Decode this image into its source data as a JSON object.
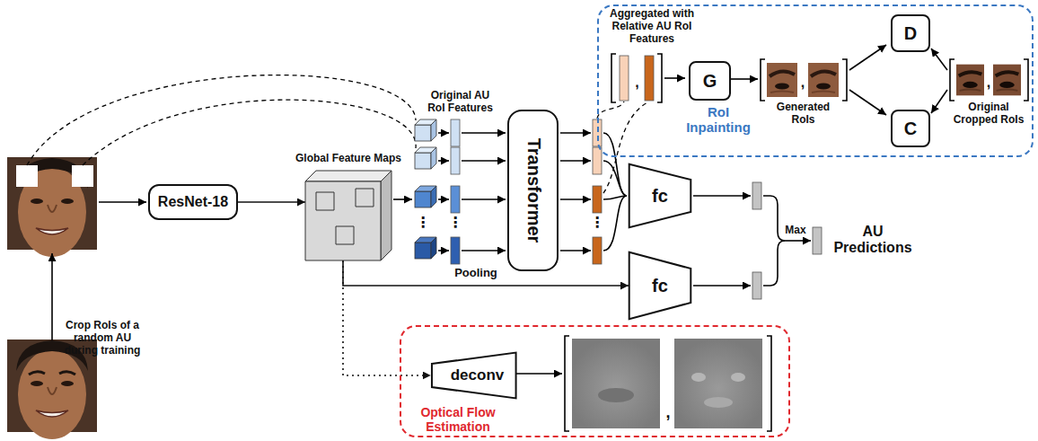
{
  "diagram": {
    "nodes": [
      {
        "text": [
          "ResNet-18"
        ]
      },
      {
        "text": [
          "Global Feature Maps"
        ]
      },
      {
        "text": [
          "Transformer"
        ]
      },
      {
        "text": [
          "RoI Inpainting"
        ]
      },
      {
        "text": [
          "G"
        ],
        "in": 3
      },
      {
        "text": [
          "D"
        ],
        "in": 3
      },
      {
        "text": [
          "C"
        ],
        "in": 3
      },
      {
        "text": [
          "fc"
        ]
      },
      {
        "text": [
          "fc"
        ]
      },
      {
        "text": [
          "Optical Flow Estimation"
        ]
      },
      {
        "text": [
          "deconv"
        ],
        "in": 9
      }
    ],
    "edges": [
      {
        "from": 0,
        "to": 1,
        "arrow": "to"
      },
      {
        "from": 1,
        "to": 8,
        "arrow": "to",
        "label": "Pooling"
      },
      {
        "from": 1,
        "to": 10,
        "arrow": "to"
      }
    ],
    "labels": [
      "Crop RoIs of a random AU during training",
      "Original AU RoI Features",
      "Aggregated with Relative AU RoI Features",
      ",",
      "Generated RoIs",
      ",",
      "Original Cropped RoIs",
      ",",
      "⋮",
      "⋮",
      "⋮",
      "Max",
      "AU Predictions",
      ","
    ]
  }
}
